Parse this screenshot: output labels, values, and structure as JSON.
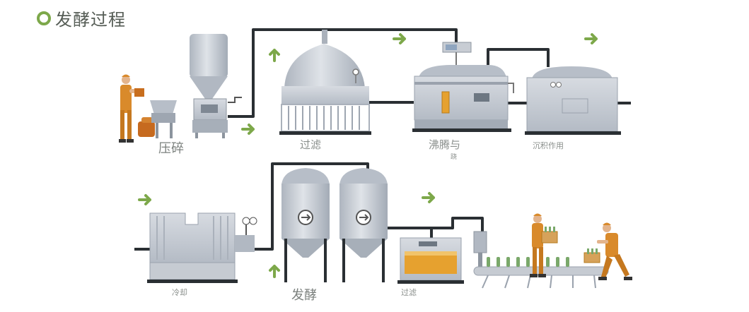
{
  "title": "发酵过程",
  "labels": {
    "crush": "压碎",
    "filter_top": "过滤",
    "boil": "沸腾与",
    "boil_sub": "跷",
    "settle": "沉积作用",
    "cool": "冷却",
    "ferment": "发酵",
    "filter_bottom": "过滤"
  },
  "colors": {
    "accent_green": "#7da84a",
    "pipe": "#2a2f33",
    "tank": "#c9ced6",
    "tank_dark": "#9ea6b1",
    "worker_orange": "#d98a2b",
    "beer": "#e6a12f",
    "bottle": "#7aa86a"
  },
  "icons": [
    "circle-logo-icon",
    "arrow-right-icon",
    "arrow-up-icon",
    "gauge-icon",
    "worker-icon",
    "bottle-icon"
  ]
}
